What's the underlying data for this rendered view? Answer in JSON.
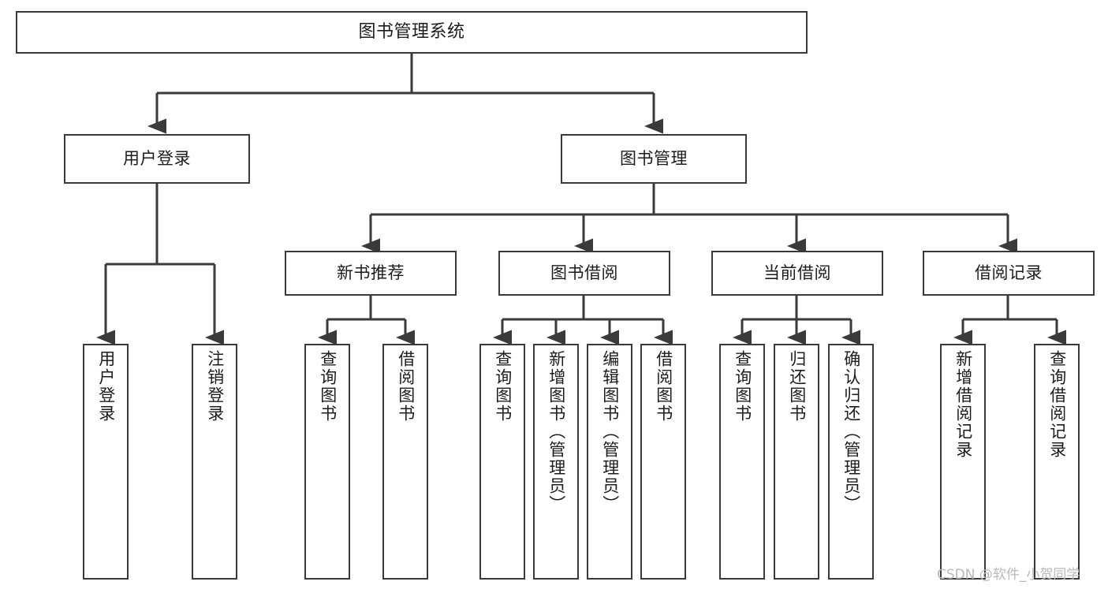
{
  "diagram": {
    "title": "图书管理系统",
    "type": "tree",
    "background_color": "#ffffff",
    "line_color": "#3a3a3a",
    "text_color": "#1c1c1c"
  },
  "root": {
    "label": "图书管理系统"
  },
  "level2": [
    {
      "label": "用户登录"
    },
    {
      "label": "图书管理"
    }
  ],
  "level3": [
    {
      "label": "新书推荐"
    },
    {
      "label": "图书借阅"
    },
    {
      "label": "当前借阅"
    },
    {
      "label": "借阅记录"
    }
  ],
  "leaves": {
    "user_login": [
      {
        "label": "用户登录"
      },
      {
        "label": "注销登录"
      }
    ],
    "new_book_recommend": [
      {
        "label": "查询图书"
      },
      {
        "label": "借阅图书"
      }
    ],
    "book_borrow": [
      {
        "label": "查询图书"
      },
      {
        "label": "新增图书（管理员）"
      },
      {
        "label": "编辑图书（管理员）"
      },
      {
        "label": "借阅图书"
      }
    ],
    "current_borrow": [
      {
        "label": "查询图书"
      },
      {
        "label": "归还图书"
      },
      {
        "label": "确认归还（管理员）"
      }
    ],
    "borrow_record": [
      {
        "label": "新增借阅记录"
      },
      {
        "label": "查询借阅记录"
      }
    ]
  },
  "watermark": {
    "text": "CSDN @软件_小贺同学"
  }
}
